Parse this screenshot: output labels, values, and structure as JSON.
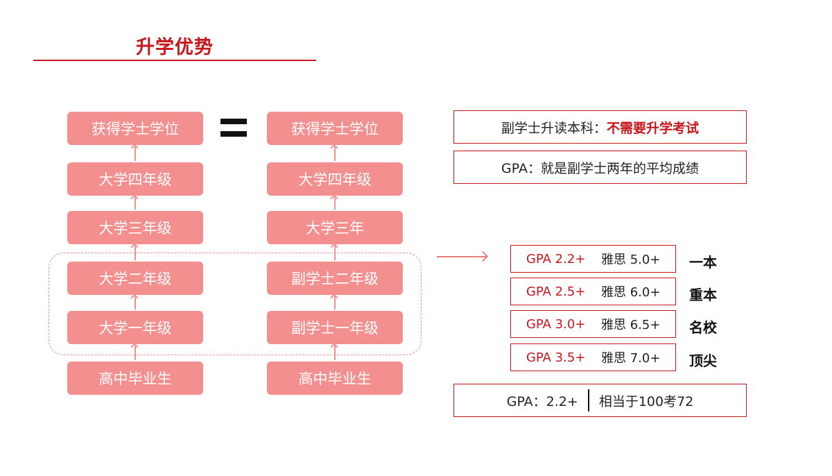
{
  "title": "升学优势",
  "left_column": [
    "获得学士学位",
    "大学四年级",
    "大学三年级",
    "大学二年级",
    "大学一年级",
    "高中毕业生"
  ],
  "right_column": [
    "获得学士学位",
    "大学四年级",
    "大学三年",
    "副学士二年级",
    "副学士一年级",
    "高中毕业生"
  ],
  "info_top": {
    "prefix": "副学士升读本科：",
    "highlight": "不需要升学考试"
  },
  "info_gpa": "GPA：就是副学士两年的平均成绩",
  "requirements": [
    {
      "gpa": "GPA 2.2+",
      "ielts": "雅思 5.0+",
      "tier": "一本"
    },
    {
      "gpa": "GPA 2.5+",
      "ielts": "雅思 6.0+",
      "tier": "重本"
    },
    {
      "gpa": "GPA 3.0+",
      "ielts": "雅思 6.5+",
      "tier": "名校"
    },
    {
      "gpa": "GPA 3.5+",
      "ielts": "雅思 7.0+",
      "tier": "顶尖"
    }
  ],
  "equivalence": {
    "left": "GPA：2.2+",
    "right": "相当于100考72"
  },
  "colors": {
    "accent": "#c8161d",
    "box_fill": "#f38f8f",
    "dashed_border": "#f08c8c"
  }
}
